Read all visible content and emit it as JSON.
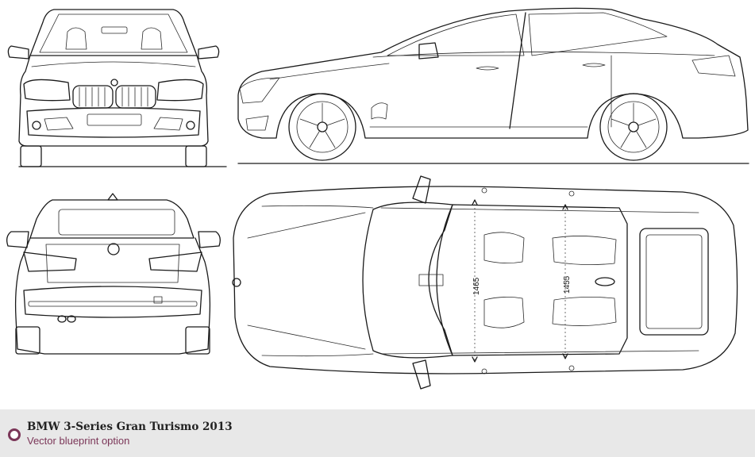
{
  "drawing": {
    "views": [
      "front-view",
      "side-view",
      "rear-view",
      "top-view"
    ],
    "dimensions": [
      "1465",
      "1455"
    ]
  },
  "footer": {
    "title": "BMW 3-Series Gran Turismo 2013",
    "subtitle": "Vector blueprint option",
    "accent_color": "#7b3658",
    "background_color": "#e8e8e8"
  }
}
